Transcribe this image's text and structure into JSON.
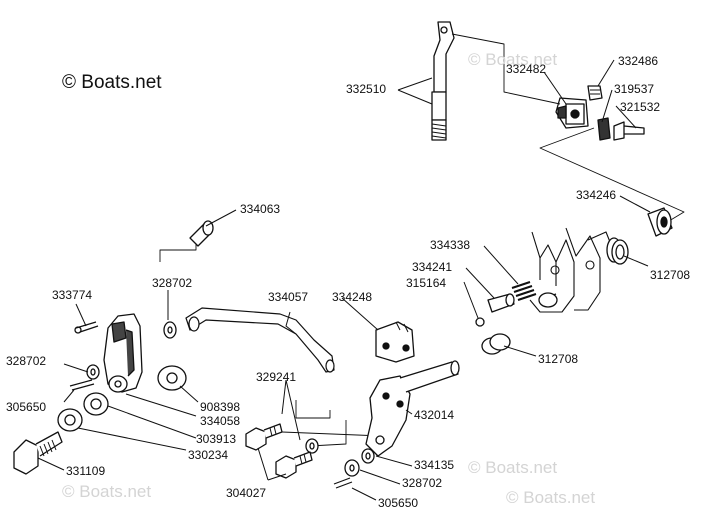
{
  "copyright": "© Boats.net",
  "watermarks": [
    "© Boats.net",
    "© Boats.net",
    "© Boats.net",
    "© Boats.net"
  ],
  "parts": [
    "332510",
    "332482",
    "332486",
    "319537",
    "321532",
    "334246",
    "312708",
    "334063",
    "334338",
    "334241",
    "315164",
    "334248",
    "312708",
    "333774",
    "328702",
    "334057",
    "328702",
    "305650",
    "908398",
    "334058",
    "303913",
    "330234",
    "331109",
    "329241",
    "432014",
    "334135",
    "328702",
    "304027",
    "305650"
  ],
  "colors": {
    "line": "#111111",
    "fill": "#ffffff",
    "shade": "#444444",
    "watermark": "#d4d4d4"
  }
}
